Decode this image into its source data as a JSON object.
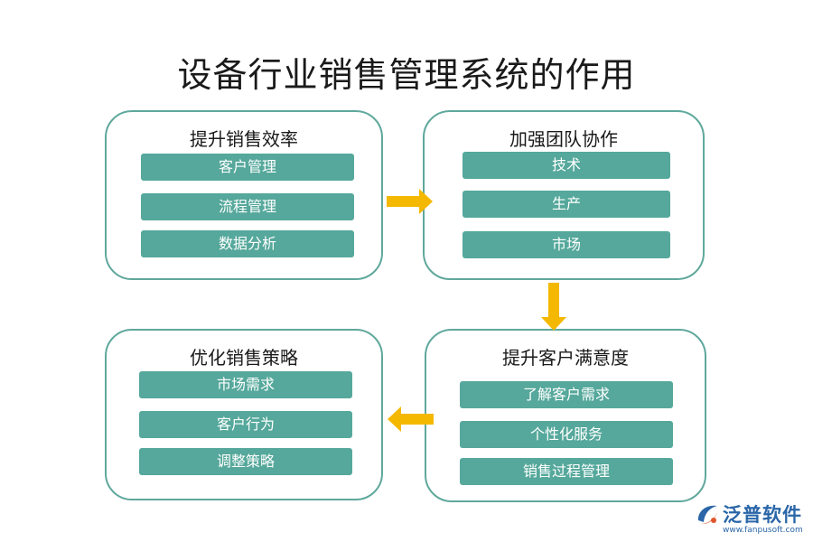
{
  "title": "设备行业销售管理系统的作用",
  "cards": [
    {
      "title": "提升销售效率",
      "items": [
        "客户管理",
        "流程管理",
        "数据分析"
      ]
    },
    {
      "title": "加强团队协作",
      "items": [
        "技术",
        "生产",
        "市场"
      ]
    },
    {
      "title": "提升客户满意度",
      "items": [
        "了解客户需求",
        "个性化服务",
        "销售过程管理"
      ]
    },
    {
      "title": "优化销售策略",
      "items": [
        "市场需求",
        "客户行为",
        "调整策略"
      ]
    }
  ],
  "logo": {
    "name": "泛普软件",
    "url": "www.fanpusoft.com"
  },
  "colors": {
    "item_fill": "#55a89b",
    "card_border": "#5fa89c",
    "arrow": "#f5b800",
    "logo": "#2a66a8"
  }
}
